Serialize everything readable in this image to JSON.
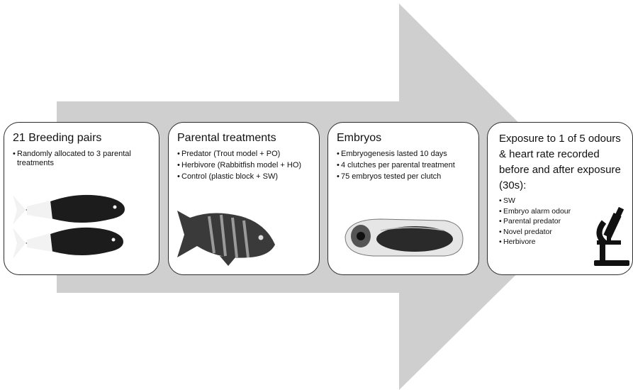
{
  "colors": {
    "arrow": "#cfcfcf",
    "box_border": "#2b2b2b",
    "fish_dark": "#1c1c1c",
    "fish_light": "#f2f2f2"
  },
  "steps": [
    {
      "title": "21 Breeding pairs",
      "bullets": [
        "Randomly allocated to 3 parental treatments"
      ],
      "illustration": "breeding-pair-fish"
    },
    {
      "title": "Parental treatments",
      "bullets": [
        "Predator (Trout model + PO)",
        "Herbivore (Rabbitfish model + HO)",
        "Control (plastic block + SW)"
      ],
      "illustration": "trout-fish"
    },
    {
      "title": "Embryos",
      "bullets": [
        "Embryogenesis lasted 10 days",
        "4 clutches per parental treatment",
        "75 embryos tested per clutch"
      ],
      "illustration": "fish-embryo"
    },
    {
      "title": "Exposure to 1 of 5 odours & heart rate recorded before and after exposure (30s):",
      "bullets": [
        "SW",
        "Embryo alarm odour",
        "Parental predator",
        "Novel predator",
        "Herbivore"
      ],
      "illustration": "microscope-icon"
    }
  ]
}
